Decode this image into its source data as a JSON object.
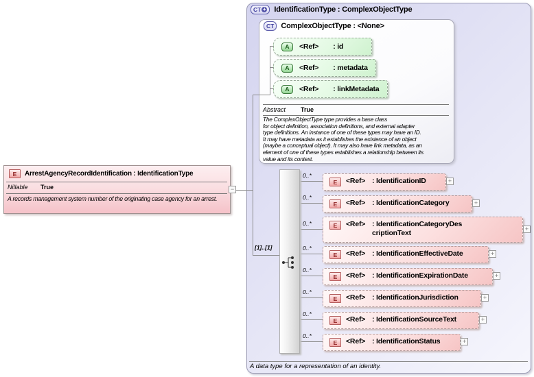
{
  "icons": {
    "element": "E",
    "attribute": "A",
    "complex_type": "CT",
    "plus": "+",
    "collapse": "−",
    "expand": "+"
  },
  "colors": {
    "element_pink": "#f6c5c5",
    "attribute_green": "#cff2cf",
    "type_lavender": "#d4d4ef"
  },
  "left_element": {
    "title": "ArrestAgencyRecordIdentification : IdentificationType",
    "property_label": "Nillable",
    "property_value": "True",
    "description": "A records management system number of the originating case agency for an arrest."
  },
  "identification_type": {
    "title": "IdentificationType : ComplexObjectType",
    "footer": "A data type for a representation of an identity."
  },
  "complex_object_type": {
    "title": "ComplexObjectType : <None>",
    "property_label": "Abstract",
    "property_value": "True",
    "description": "The ComplexObjectType type provides a base class\nfor object definition, association definitions, and external adapter\ntype definitions. An instance of one of these types may have an ID.\nIt may have metadata as it establishes the existence of an object\n(maybe a conceptual object). It may also have link metadata, as an\nelement of one of these types establishes a relationship between its\nvalue and its context.",
    "attributes": [
      {
        "ref": "<Ref>",
        "name": ": id"
      },
      {
        "ref": "<Ref>",
        "name": ": metadata"
      },
      {
        "ref": "<Ref>",
        "name": ": linkMetadata"
      }
    ]
  },
  "sequence": {
    "cardinality": "[1]..[1]",
    "elements": [
      {
        "occurrence": "0..*",
        "ref": "<Ref>",
        "name": ": IdentificationID"
      },
      {
        "occurrence": "0..*",
        "ref": "<Ref>",
        "name": ": IdentificationCategory"
      },
      {
        "occurrence": "0..*",
        "ref": "<Ref>",
        "name": ": IdentificationCategoryDescriptionText"
      },
      {
        "occurrence": "0..*",
        "ref": "<Ref>",
        "name": ": IdentificationEffectiveDate"
      },
      {
        "occurrence": "0..*",
        "ref": "<Ref>",
        "name": ": IdentificationExpirationDate"
      },
      {
        "occurrence": "0..*",
        "ref": "<Ref>",
        "name": ": IdentificationJurisdiction"
      },
      {
        "occurrence": "0..*",
        "ref": "<Ref>",
        "name": ": IdentificationSourceText"
      },
      {
        "occurrence": "0..*",
        "ref": "<Ref>",
        "name": ": IdentificationStatus"
      }
    ]
  }
}
